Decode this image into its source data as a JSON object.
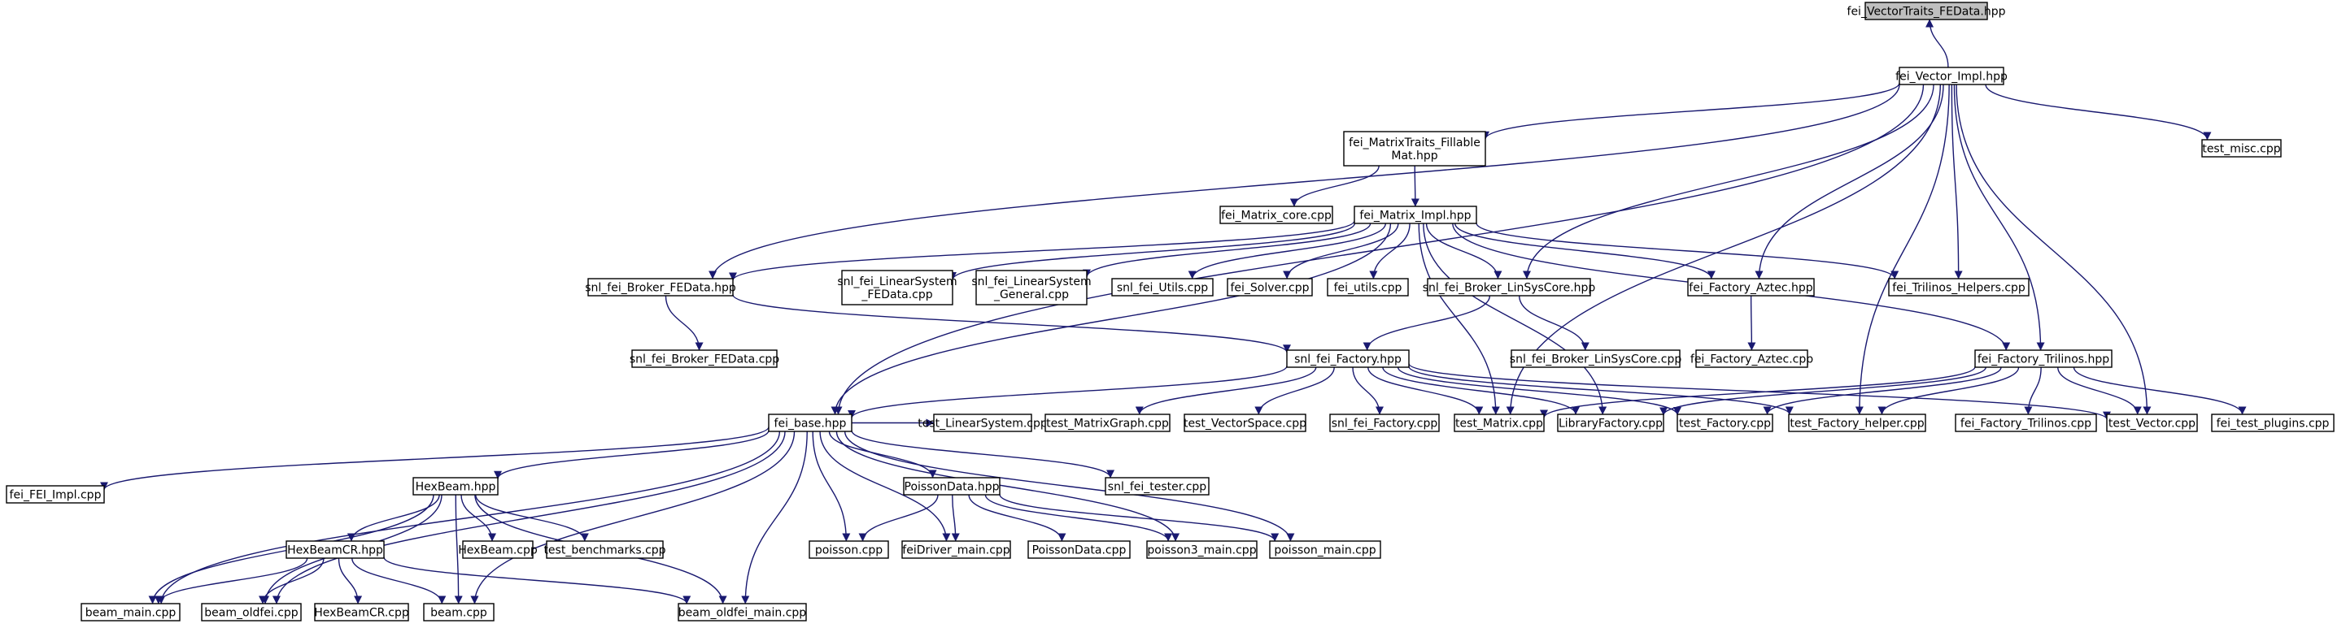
{
  "colors": {
    "edge": "#191970",
    "node_fill": "#ffffff",
    "root_fill": "#bfbfbf",
    "border": "#000000"
  },
  "root": "n0",
  "nodes": {
    "n0": [
      "fei_VectorTraits_FEData.hpp"
    ],
    "n1": [
      "fei_Vector_Impl.hpp"
    ],
    "n2": [
      "fei_MatrixTraits_Fillable",
      "Mat.hpp"
    ],
    "n3": [
      "test_misc.cpp"
    ],
    "n4": [
      "fei_Matrix_core.cpp"
    ],
    "n5": [
      "fei_Matrix_Impl.hpp"
    ],
    "n6": [
      "snl_fei_Broker_FEData.hpp"
    ],
    "n7": [
      "snl_fei_LinearSystem",
      "_FEData.cpp"
    ],
    "n8": [
      "snl_fei_LinearSystem",
      "_General.cpp"
    ],
    "n9": [
      "snl_fei_Utils.cpp"
    ],
    "n10": [
      "fei_Solver.cpp"
    ],
    "n11": [
      "fei_utils.cpp"
    ],
    "n12": [
      "snl_fei_Broker_LinSysCore.hpp"
    ],
    "n13": [
      "fei_Factory_Aztec.hpp"
    ],
    "n14": [
      "fei_Trilinos_Helpers.cpp"
    ],
    "n15": [
      "snl_fei_Broker_FEData.cpp"
    ],
    "n16": [
      "snl_fei_Factory.hpp"
    ],
    "n17": [
      "snl_fei_Broker_LinSysCore.cpp"
    ],
    "n18": [
      "fei_Factory_Aztec.cpp"
    ],
    "n19": [
      "fei_Factory_Trilinos.hpp"
    ],
    "n20": [
      "fei_base.hpp"
    ],
    "n21": [
      "test_LinearSystem.cpp"
    ],
    "n22": [
      "test_MatrixGraph.cpp"
    ],
    "n23": [
      "test_VectorSpace.cpp"
    ],
    "n24": [
      "snl_fei_Factory.cpp"
    ],
    "n25": [
      "test_Matrix.cpp"
    ],
    "n26": [
      "LibraryFactory.cpp"
    ],
    "n27": [
      "test_Factory.cpp"
    ],
    "n28": [
      "test_Factory_helper.cpp"
    ],
    "n29": [
      "fei_Factory_Trilinos.cpp"
    ],
    "n30": [
      "test_Vector.cpp"
    ],
    "n31": [
      "fei_test_plugins.cpp"
    ],
    "n32": [
      "fei_FEI_Impl.cpp"
    ],
    "n33": [
      "HexBeam.hpp"
    ],
    "n34": [
      "PoissonData.hpp"
    ],
    "n35": [
      "snl_fei_tester.cpp"
    ],
    "n36": [
      "HexBeamCR.hpp"
    ],
    "n37": [
      "HexBeam.cpp"
    ],
    "n38": [
      "test_benchmarks.cpp"
    ],
    "n39": [
      "poisson.cpp"
    ],
    "n40": [
      "feiDriver_main.cpp"
    ],
    "n41": [
      "PoissonData.cpp"
    ],
    "n42": [
      "poisson3_main.cpp"
    ],
    "n43": [
      "poisson_main.cpp"
    ],
    "n44": [
      "beam_main.cpp"
    ],
    "n45": [
      "beam_oldfei.cpp"
    ],
    "n46": [
      "HexBeamCR.cpp"
    ],
    "n47": [
      "beam.cpp"
    ],
    "n48": [
      "beam_oldfei_main.cpp"
    ]
  },
  "edges": [
    [
      "n1",
      "n0"
    ],
    [
      "n1",
      "n2"
    ],
    [
      "n1",
      "n3"
    ],
    [
      "n1",
      "n6"
    ],
    [
      "n1",
      "n12"
    ],
    [
      "n1",
      "n13"
    ],
    [
      "n1",
      "n14"
    ],
    [
      "n1",
      "n19"
    ],
    [
      "n1",
      "n20"
    ],
    [
      "n1",
      "n25"
    ],
    [
      "n1",
      "n28"
    ],
    [
      "n1",
      "n30"
    ],
    [
      "n2",
      "n4"
    ],
    [
      "n2",
      "n5"
    ],
    [
      "n5",
      "n6"
    ],
    [
      "n5",
      "n7"
    ],
    [
      "n5",
      "n8"
    ],
    [
      "n5",
      "n9"
    ],
    [
      "n5",
      "n10"
    ],
    [
      "n5",
      "n11"
    ],
    [
      "n5",
      "n12"
    ],
    [
      "n5",
      "n13"
    ],
    [
      "n5",
      "n14"
    ],
    [
      "n5",
      "n19"
    ],
    [
      "n5",
      "n20"
    ],
    [
      "n5",
      "n25"
    ],
    [
      "n5",
      "n26"
    ],
    [
      "n6",
      "n15"
    ],
    [
      "n6",
      "n16"
    ],
    [
      "n12",
      "n16"
    ],
    [
      "n12",
      "n17"
    ],
    [
      "n13",
      "n18"
    ],
    [
      "n16",
      "n20"
    ],
    [
      "n16",
      "n22"
    ],
    [
      "n16",
      "n23"
    ],
    [
      "n16",
      "n24"
    ],
    [
      "n16",
      "n25"
    ],
    [
      "n16",
      "n26"
    ],
    [
      "n16",
      "n27"
    ],
    [
      "n16",
      "n28"
    ],
    [
      "n16",
      "n30"
    ],
    [
      "n19",
      "n25"
    ],
    [
      "n19",
      "n26"
    ],
    [
      "n19",
      "n27"
    ],
    [
      "n19",
      "n28"
    ],
    [
      "n19",
      "n29"
    ],
    [
      "n19",
      "n30"
    ],
    [
      "n19",
      "n31"
    ],
    [
      "n20",
      "n21"
    ],
    [
      "n20",
      "n32"
    ],
    [
      "n20",
      "n33"
    ],
    [
      "n20",
      "n34"
    ],
    [
      "n20",
      "n35"
    ],
    [
      "n20",
      "n39"
    ],
    [
      "n20",
      "n40"
    ],
    [
      "n20",
      "n42"
    ],
    [
      "n20",
      "n43"
    ],
    [
      "n20",
      "n44"
    ],
    [
      "n20",
      "n45"
    ],
    [
      "n20",
      "n47"
    ],
    [
      "n20",
      "n48"
    ],
    [
      "n33",
      "n36"
    ],
    [
      "n33",
      "n37"
    ],
    [
      "n33",
      "n38"
    ],
    [
      "n33",
      "n44"
    ],
    [
      "n33",
      "n45"
    ],
    [
      "n33",
      "n47"
    ],
    [
      "n33",
      "n48"
    ],
    [
      "n34",
      "n39"
    ],
    [
      "n34",
      "n40"
    ],
    [
      "n34",
      "n41"
    ],
    [
      "n34",
      "n42"
    ],
    [
      "n34",
      "n43"
    ],
    [
      "n36",
      "n44"
    ],
    [
      "n36",
      "n45"
    ],
    [
      "n36",
      "n46"
    ],
    [
      "n36",
      "n47"
    ],
    [
      "n36",
      "n48"
    ]
  ]
}
